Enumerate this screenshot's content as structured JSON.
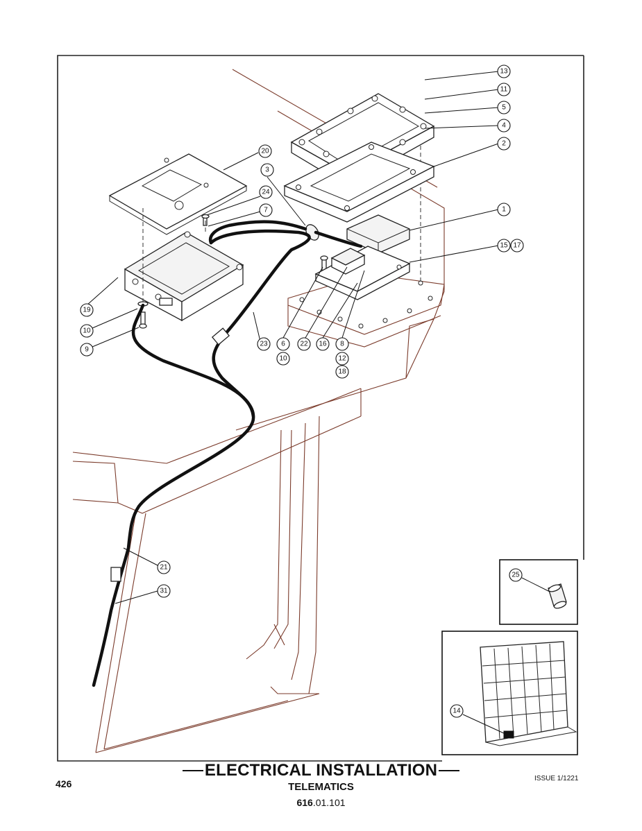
{
  "footer": {
    "title": "ELECTRICAL INSTALLATION",
    "subtitle": "TELEMATICS",
    "code_bold": "616",
    "code_rest": ".01.101",
    "page_number": "426",
    "issue": "ISSUE 1/1221"
  },
  "callouts": {
    "c13": "13",
    "c11": "11",
    "c5": "5",
    "c4": "4",
    "c2": "2",
    "c20": "20",
    "c3": "3",
    "c24": "24",
    "c7": "7",
    "c1": "1",
    "c15": "15",
    "c17": "17",
    "c19": "19",
    "c10a": "10",
    "c9": "9",
    "c23": "23",
    "c6": "6",
    "c10b": "10",
    "c22": "22",
    "c16": "16",
    "c8": "8",
    "c12": "12",
    "c18": "18",
    "c21": "21",
    "c31": "31",
    "c25": "25",
    "c14": "14"
  }
}
